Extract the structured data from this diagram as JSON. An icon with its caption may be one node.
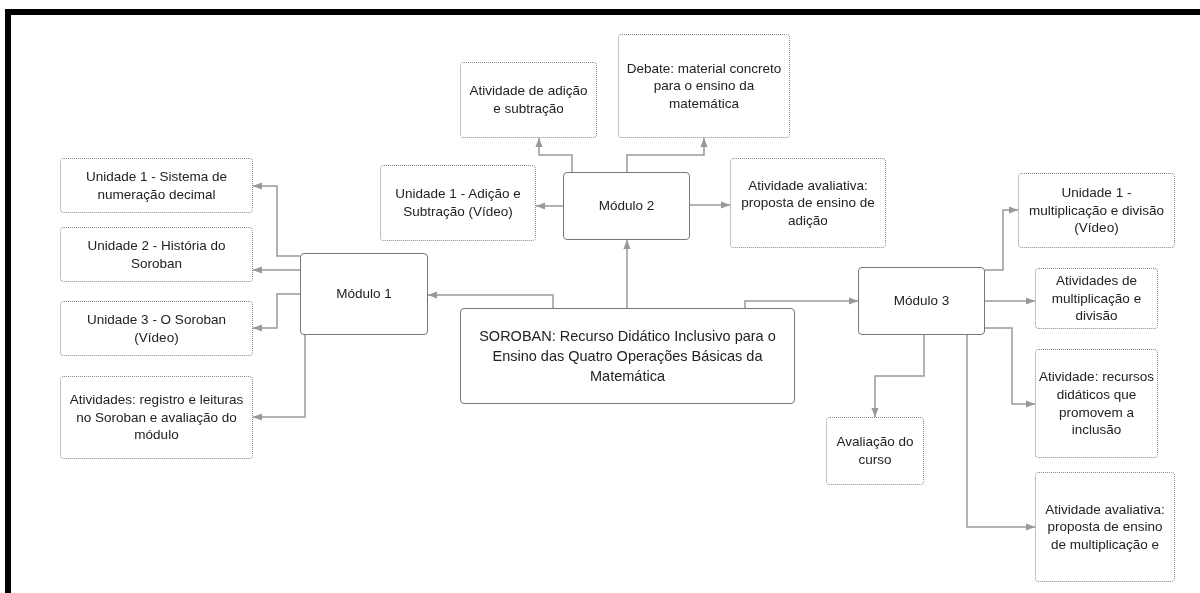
{
  "diagram": {
    "nodes": [
      {
        "text": [
          "SOROBAN: Recurso Didático Inclusivo para o Ensino das Quatro Operações Básicas da Matemática"
        ]
      },
      {
        "text": [
          "Módulo 1"
        ]
      },
      {
        "text": [
          "Módulo 2"
        ]
      },
      {
        "text": [
          "Módulo 3"
        ]
      },
      {
        "text": [
          "Unidade 1 - Sistema de numeração decimal"
        ]
      },
      {
        "text": [
          "Unidade 2 - História do Soroban"
        ]
      },
      {
        "text": [
          "Unidade 3 - O Soroban (Vídeo)"
        ]
      },
      {
        "text": [
          "Atividades: registro e leituras no Soroban e avaliação do módulo"
        ]
      },
      {
        "text": [
          "Atividade de adição e subtração"
        ]
      },
      {
        "text": [
          "Debate: material concreto para o ensino da matemática"
        ]
      },
      {
        "text": [
          "Unidade 1 - Adição e Subtração (Vídeo)"
        ]
      },
      {
        "text": [
          "Atividade avaliativa: proposta de ensino de adição"
        ]
      },
      {
        "text": [
          "Unidade 1 - multiplicação e divisão (Vídeo)"
        ]
      },
      {
        "text": [
          "Atividades de multiplicação e divisão"
        ]
      },
      {
        "text": [
          "Atividade: recursos didáticos que promovem a inclusão"
        ]
      },
      {
        "text": [
          "Avaliação do curso"
        ]
      },
      {
        "text": [
          "Atividade avaliativa: proposta de ensino de multiplicação e"
        ]
      }
    ],
    "edges": [
      {
        "from": 0,
        "to": 1,
        "arrow": "to"
      },
      {
        "from": 0,
        "to": 2,
        "arrow": "to"
      },
      {
        "from": 0,
        "to": 3,
        "arrow": "to"
      },
      {
        "from": 1,
        "to": 4,
        "arrow": "to"
      },
      {
        "from": 1,
        "to": 5,
        "arrow": "to"
      },
      {
        "from": 1,
        "to": 6,
        "arrow": "to"
      },
      {
        "from": 1,
        "to": 7,
        "arrow": "to"
      },
      {
        "from": 2,
        "to": 8,
        "arrow": "to"
      },
      {
        "from": 2,
        "to": 9,
        "arrow": "to"
      },
      {
        "from": 2,
        "to": 10,
        "arrow": "to"
      },
      {
        "from": 2,
        "to": 11,
        "arrow": "to"
      },
      {
        "from": 3,
        "to": 12,
        "arrow": "to"
      },
      {
        "from": 3,
        "to": 13,
        "arrow": "to"
      },
      {
        "from": 3,
        "to": 14,
        "arrow": "to"
      },
      {
        "from": 3,
        "to": 15,
        "arrow": "to"
      },
      {
        "from": 3,
        "to": 16,
        "arrow": "to"
      }
    ]
  }
}
